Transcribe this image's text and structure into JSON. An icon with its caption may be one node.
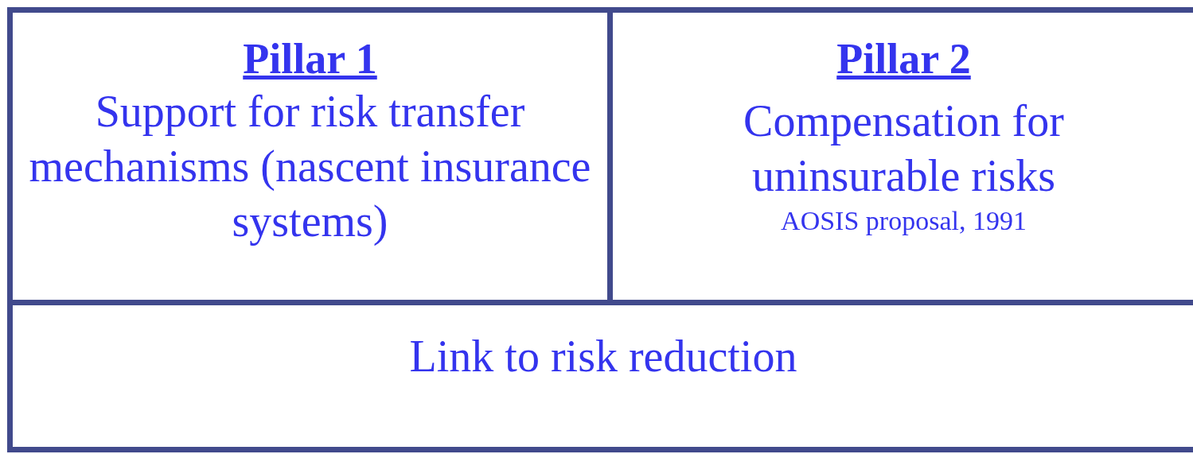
{
  "diagram": {
    "nodes": [
      {
        "text": [
          "Pillar 1",
          "Support for risk transfer mechanisms (nascent insurance systems)"
        ]
      },
      {
        "text": [
          "Pillar 2",
          "Compensation for uninsurable risks",
          "AOSIS proposal, 1991"
        ]
      },
      {
        "text": [
          "Link to risk reduction"
        ]
      }
    ]
  }
}
